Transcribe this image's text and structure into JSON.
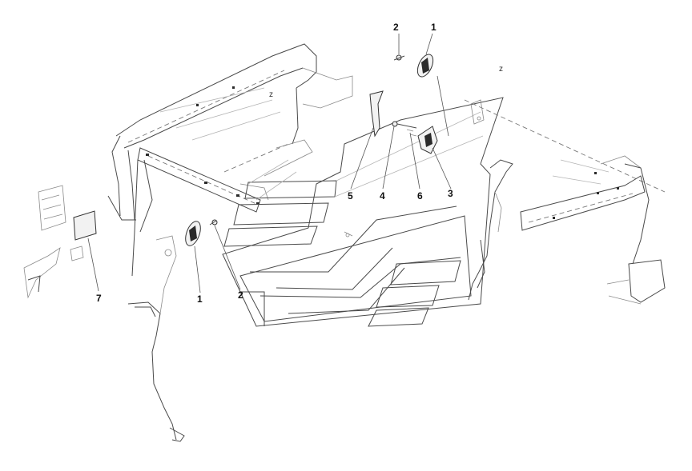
{
  "callouts": {
    "c1_top": "1",
    "c2_top": "2",
    "c1_left": "1",
    "c2_left": "2",
    "c3": "3",
    "c4": "4",
    "c5": "5",
    "c6": "6",
    "c7": "7"
  },
  "markers": {
    "z_left": "z",
    "z_right": "z"
  },
  "colors": {
    "line": "#4a4a4a",
    "background": "#ffffff"
  }
}
